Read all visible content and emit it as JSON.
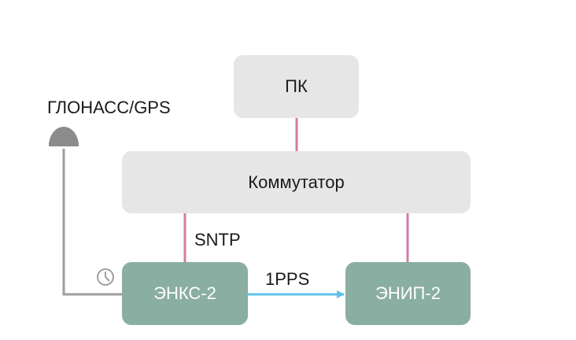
{
  "nodes": {
    "pc": "ПК",
    "switch": "Коммутатор",
    "enks": "ЭНКС-2",
    "enip": "ЭНИП-2"
  },
  "labels": {
    "gnss": "ГЛОНАСС/GPS",
    "sntp": "SNTP",
    "pps": "1PPS"
  },
  "colors": {
    "node_light": "#e6e6e6",
    "node_green": "#8aaea1",
    "link_ethernet": "#d37ba5",
    "link_pps": "#5ec1ea",
    "link_antenna": "#9e9e9e",
    "antenna": "#8c8c8c",
    "clock_icon": "#9e9e9e"
  },
  "icons": {
    "antenna": "satellite-antenna-icon",
    "clock": "clock-icon",
    "arrow": "arrow-right-icon"
  }
}
